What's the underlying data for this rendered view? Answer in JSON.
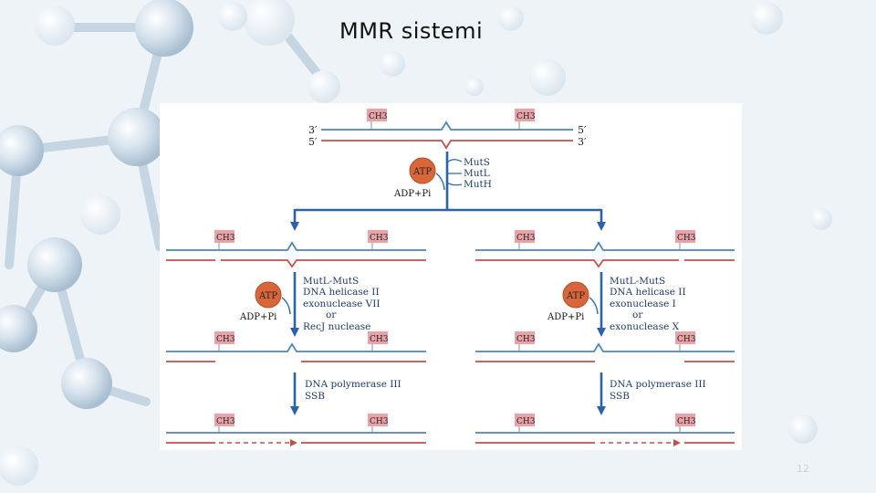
{
  "title": "MMR sistemi",
  "page_number": "12",
  "diagram": {
    "top": {
      "left_end_top": "3′",
      "left_end_bottom": "5′",
      "right_end_top": "5′",
      "right_end_bottom": "3′",
      "methyl_left": "CH3",
      "methyl_right": "CH3",
      "atp": "ATP",
      "adp": "ADP+Pi",
      "proteins": [
        "MutS",
        "MutL",
        "MutH"
      ]
    },
    "left_branch": {
      "methyl_1": "CH3",
      "methyl_2": "CH3",
      "atp": "ATP",
      "adp": "ADP+Pi",
      "enzymes": [
        "MutL-MutS",
        "DNA helicase II",
        "exonuclease VII",
        "or",
        "RecJ nuclease"
      ],
      "methyl_3": "CH3",
      "methyl_4": "CH3",
      "polymerase": [
        "DNA polymerase III",
        "SSB"
      ],
      "methyl_5": "CH3",
      "methyl_6": "CH3"
    },
    "right_branch": {
      "methyl_1": "CH3",
      "methyl_2": "CH3",
      "atp": "ATP",
      "adp": "ADP+Pi",
      "enzymes": [
        "MutL-MutS",
        "DNA helicase II",
        "exonuclease I",
        "or",
        "exonuclease X"
      ],
      "methyl_3": "CH3",
      "methyl_4": "CH3",
      "polymerase": [
        "DNA polymerase III",
        "SSB"
      ],
      "methyl_5": "CH3",
      "methyl_6": "CH3"
    }
  },
  "colors": {
    "blue_strand": "#4f86b8",
    "red_strand": "#c0504d",
    "arrow": "#2a63a8",
    "methyl_box": "#e8a2a8",
    "atp": "#d9663a"
  }
}
